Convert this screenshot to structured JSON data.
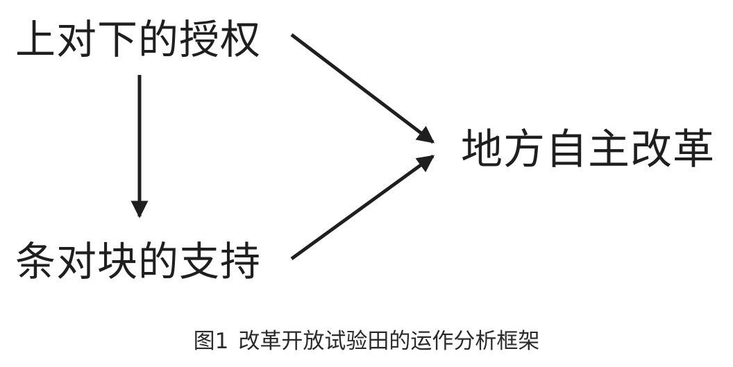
{
  "diagram": {
    "nodes": {
      "top": {
        "label": "上对下的授权"
      },
      "bottom": {
        "label": "条对块的支持"
      },
      "right": {
        "label": "地方自主改革"
      }
    },
    "edges": [
      {
        "from": "top",
        "to": "bottom"
      },
      {
        "from": "top",
        "to": "right"
      },
      {
        "from": "bottom",
        "to": "right"
      }
    ]
  },
  "caption": {
    "figure_number": "图1",
    "text": "改革开放试验田的运作分析框架"
  },
  "colors": {
    "ink": "#1f1f1f",
    "background": "#ffffff"
  }
}
